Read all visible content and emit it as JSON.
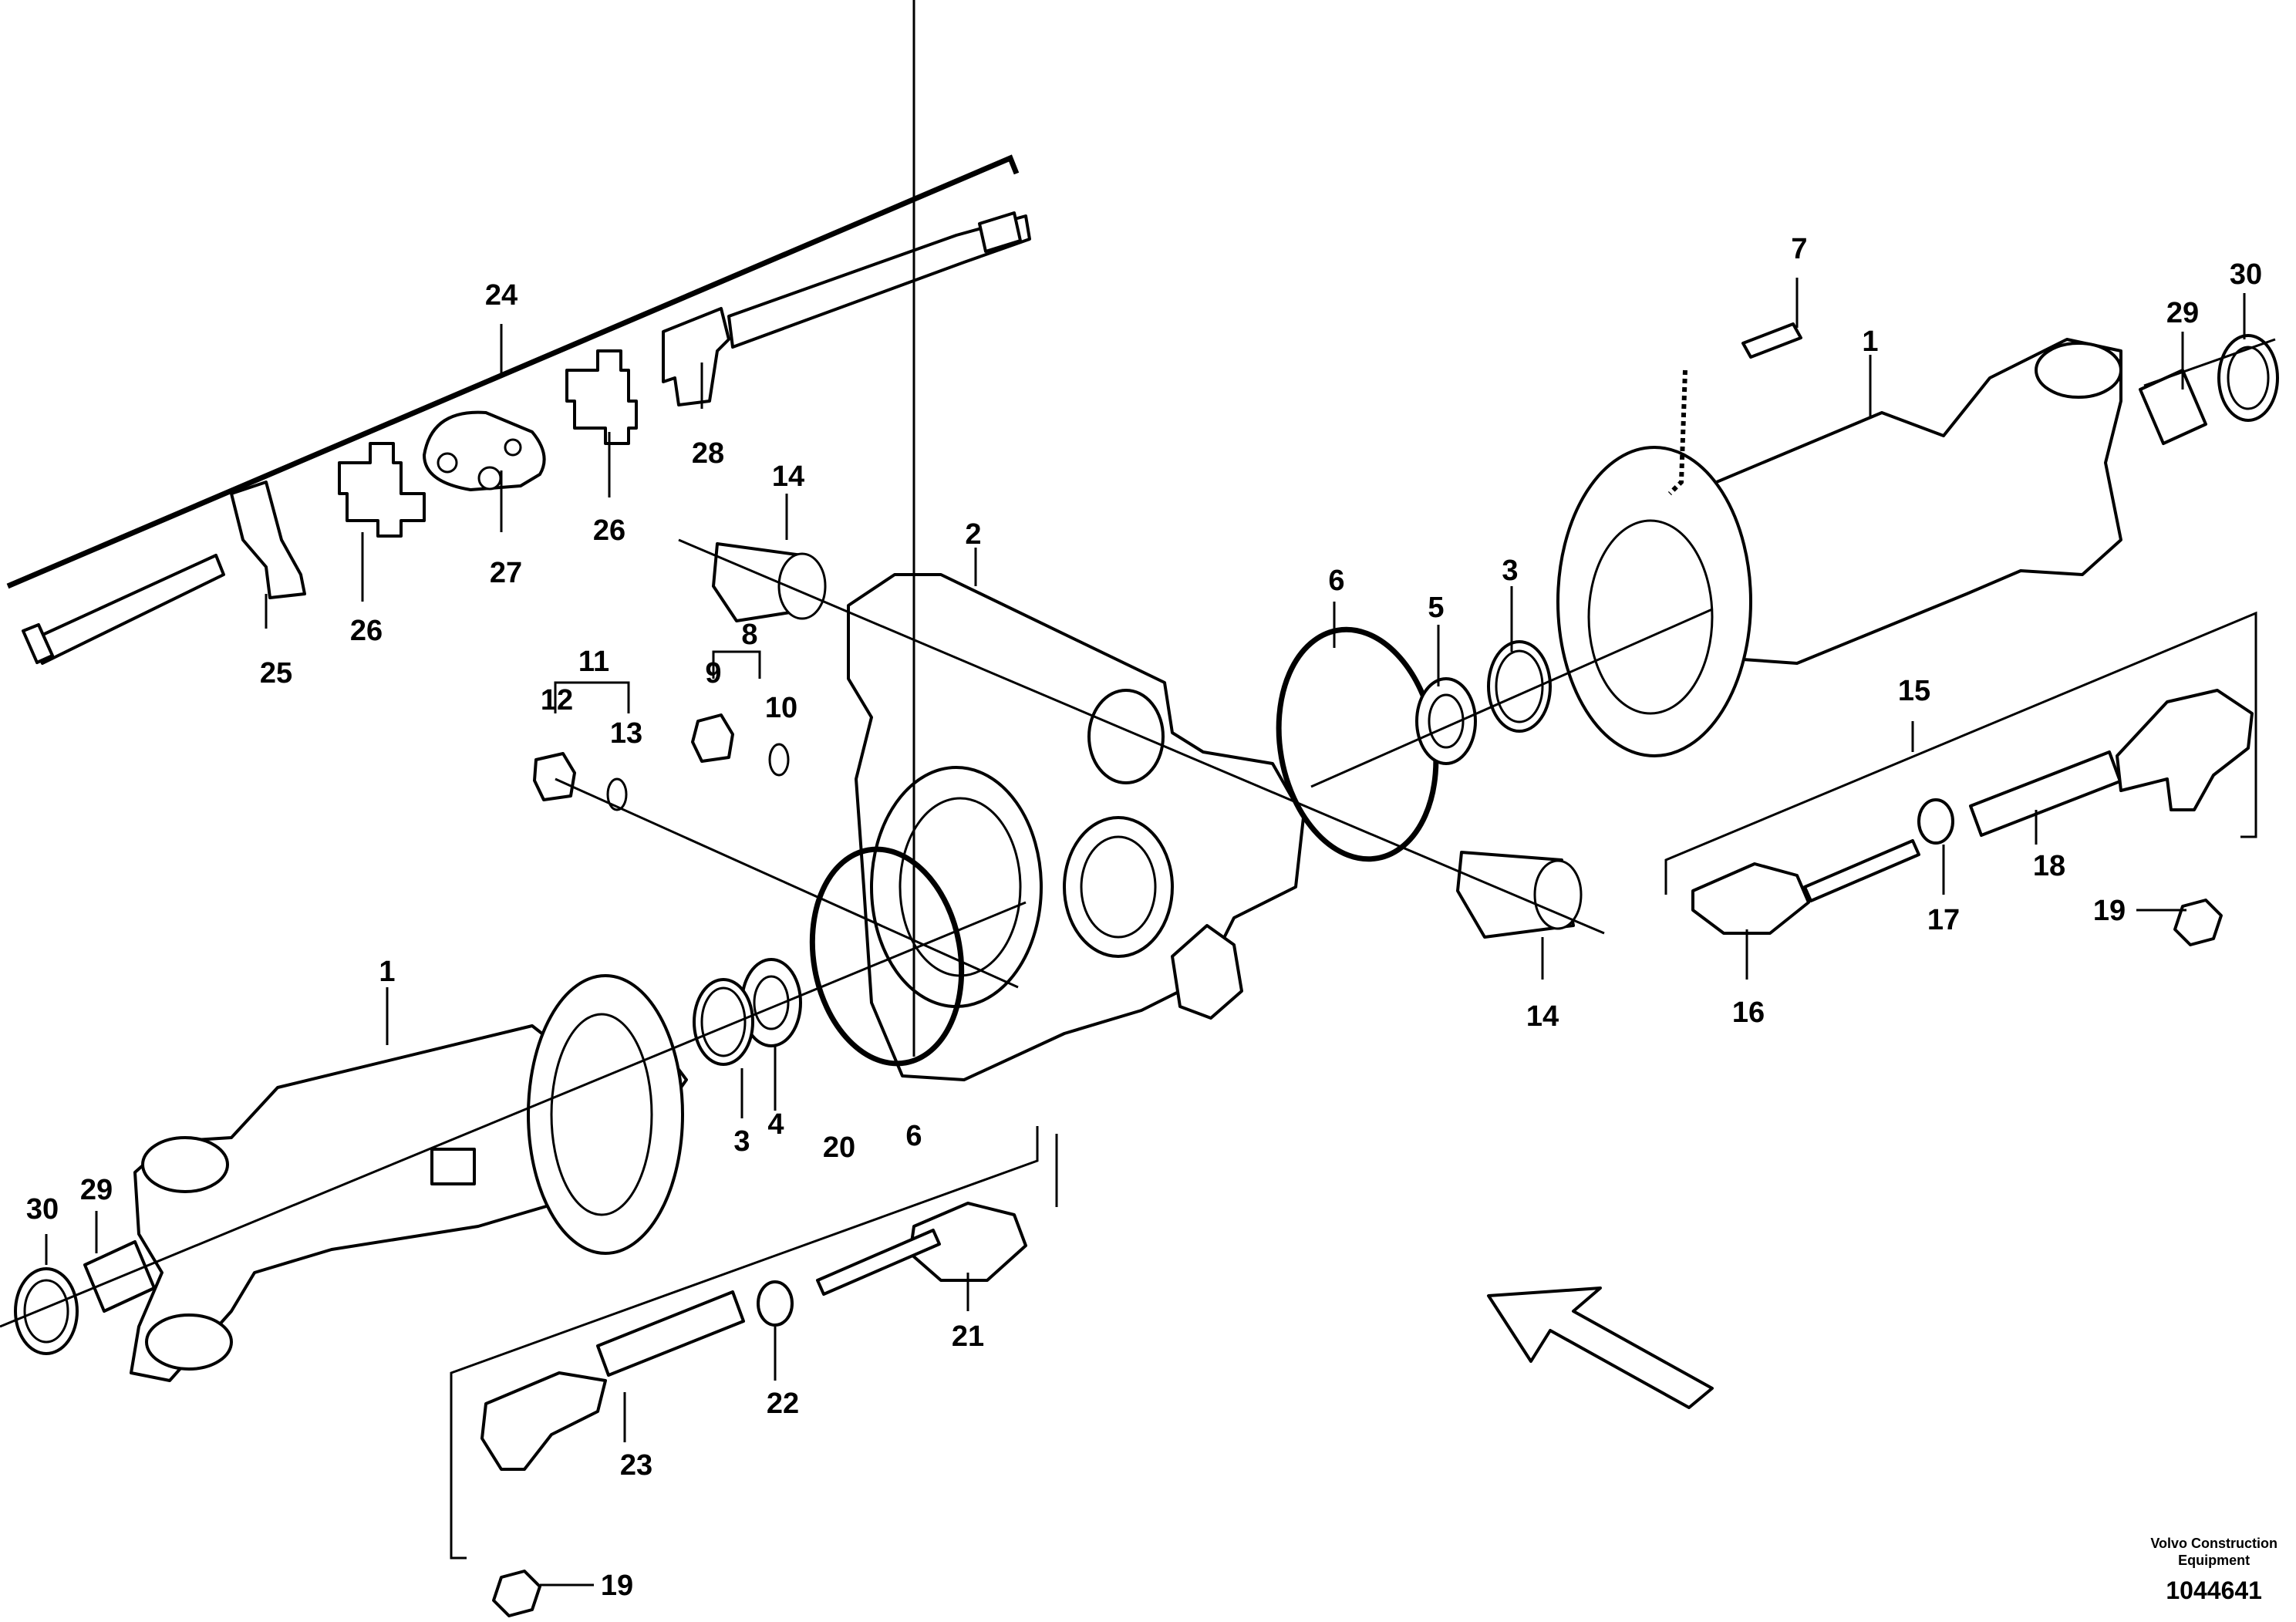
{
  "labels": {
    "p1": "1",
    "p2": "2",
    "p3": "3",
    "p4": "4",
    "p5": "5",
    "p6": "6",
    "p7": "7",
    "p8": "8",
    "p9": "9",
    "p10": "10",
    "p11": "11",
    "p12": "12",
    "p13": "13",
    "p14": "14",
    "p15": "15",
    "p16": "16",
    "p17": "17",
    "p18": "18",
    "p19": "19",
    "p20": "20",
    "p21": "21",
    "p22": "22",
    "p23": "23",
    "p24": "24",
    "p25": "25",
    "p26": "26",
    "p27": "27",
    "p28": "28",
    "p29": "29",
    "p30": "30"
  },
  "footer": {
    "maker_line1": "Volvo Construction",
    "maker_line2": "Equipment",
    "ref": "1044641"
  }
}
